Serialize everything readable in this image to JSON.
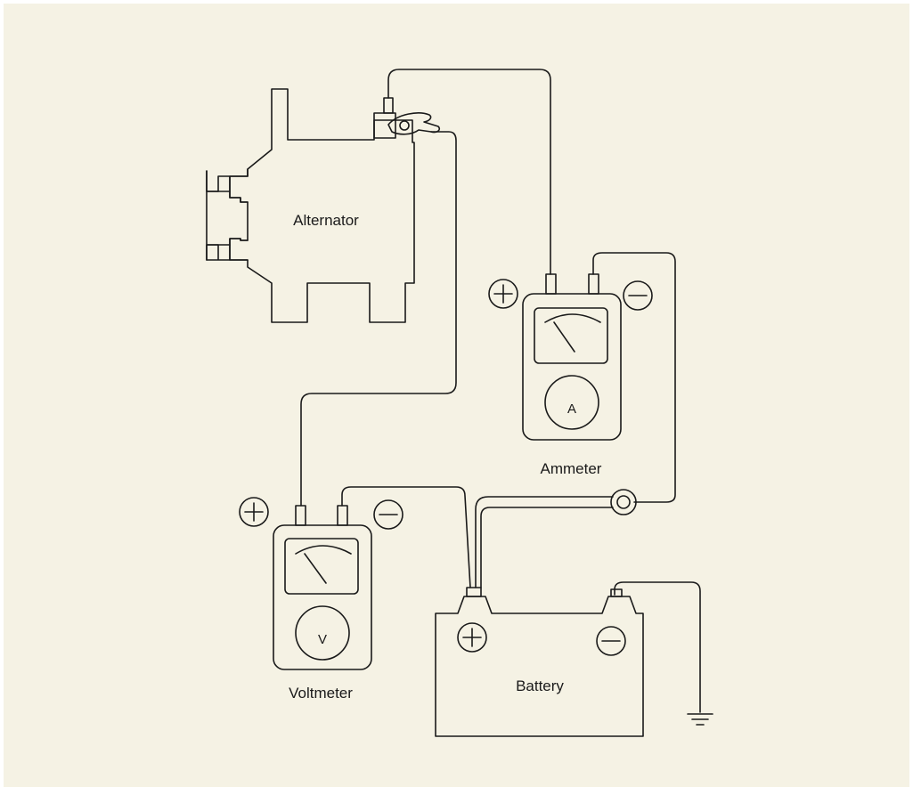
{
  "colors": {
    "background": "#f5f2e4",
    "line": "#1a1a1a"
  },
  "components": {
    "alternator": "Alternator",
    "ammeter": "Ammeter",
    "voltmeter": "Voltmeter",
    "battery": "Battery"
  },
  "meter_letters": {
    "ammeter": "A",
    "voltmeter": "V"
  },
  "polarity_symbols": {
    "plus": "plus-sign-icon",
    "minus": "minus-sign-icon"
  }
}
